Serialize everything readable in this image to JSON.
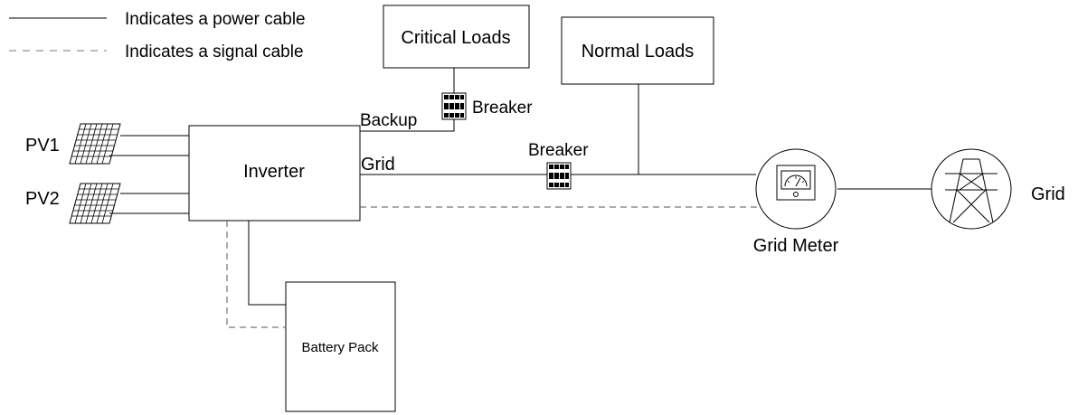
{
  "legend": {
    "power_cable": "Indicates a power cable",
    "signal_cable": "Indicates a signal cable"
  },
  "nodes": {
    "critical_loads": "Critical Loads",
    "normal_loads": "Normal Loads",
    "inverter": "Inverter",
    "battery_pack": "Battery Pack",
    "grid_meter": "Grid Meter",
    "grid": "Grid",
    "pv1": "PV1",
    "pv2": "PV2"
  },
  "ports": {
    "backup": "Backup",
    "grid": "Grid"
  },
  "breakers": {
    "backup_breaker": "Breaker",
    "grid_breaker": "Breaker"
  },
  "icons": {
    "solar_panel": "solar-panel-icon",
    "breaker": "breaker-icon",
    "meter": "meter-icon",
    "pylon": "power-pylon-icon"
  },
  "colors": {
    "line": "#000000",
    "signal_line": "#555555",
    "background": "#ffffff"
  }
}
